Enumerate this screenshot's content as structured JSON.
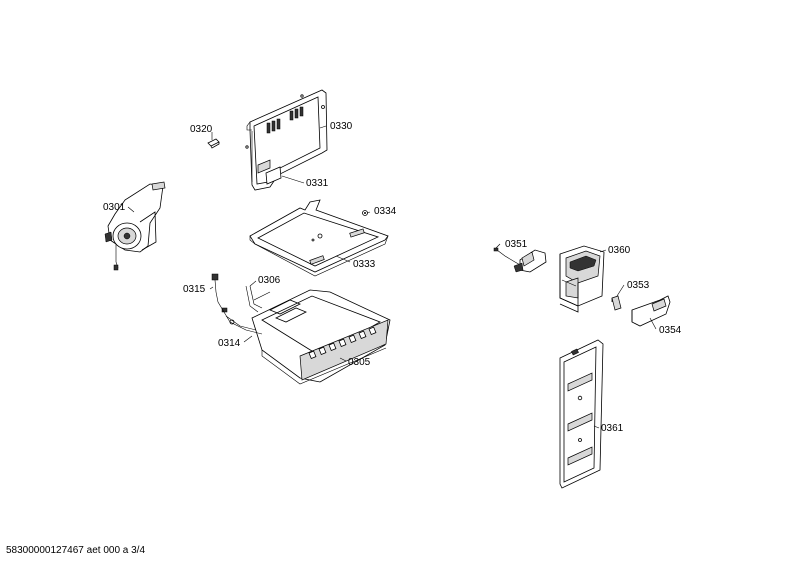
{
  "parts": [
    {
      "id": "p0320",
      "label": "0320"
    },
    {
      "id": "p0330",
      "label": "0330"
    },
    {
      "id": "p0331",
      "label": "0331"
    },
    {
      "id": "p0334",
      "label": "0334"
    },
    {
      "id": "p0301",
      "label": "0301"
    },
    {
      "id": "p0333",
      "label": "0333"
    },
    {
      "id": "p0315",
      "label": "0315"
    },
    {
      "id": "p0306",
      "label": "0306"
    },
    {
      "id": "p0314",
      "label": "0314"
    },
    {
      "id": "p0305",
      "label": "0305"
    },
    {
      "id": "p0351",
      "label": "0351"
    },
    {
      "id": "p0360",
      "label": "0360"
    },
    {
      "id": "p0353",
      "label": "0353"
    },
    {
      "id": "p0354",
      "label": "0354"
    },
    {
      "id": "p0361",
      "label": "0361"
    }
  ],
  "footer": "58300000127467 aet 000 a 3/4"
}
